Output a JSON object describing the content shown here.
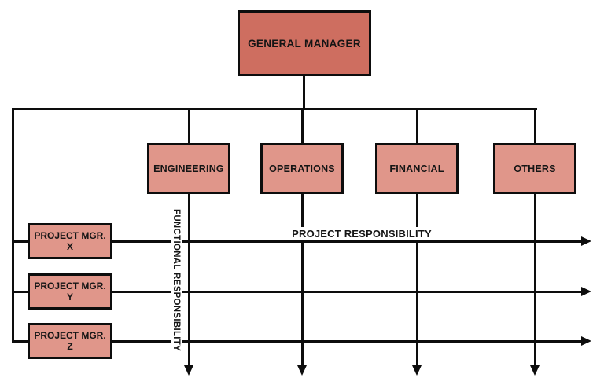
{
  "diagram": {
    "type": "matrix-organization-chart",
    "general_manager": {
      "label": "GENERAL MANAGER"
    },
    "departments": [
      {
        "label": "ENGINEERING"
      },
      {
        "label": "OPERATIONS"
      },
      {
        "label": "FINANCIAL"
      },
      {
        "label": "OTHERS"
      }
    ],
    "project_managers": [
      {
        "title": "PROJECT MGR.",
        "id": "X"
      },
      {
        "title": "PROJECT MGR.",
        "id": "Y"
      },
      {
        "title": "PROJECT MGR.",
        "id": "Z"
      }
    ],
    "labels": {
      "project_responsibility": "PROJECT RESPONSIBILITY",
      "functional_responsibility": "FUNCTIONAL RESPONSIBILITY"
    },
    "colors": {
      "manager_fill": "#ce6e60",
      "box_fill": "#e0968a",
      "line": "#0d0d0d"
    }
  }
}
